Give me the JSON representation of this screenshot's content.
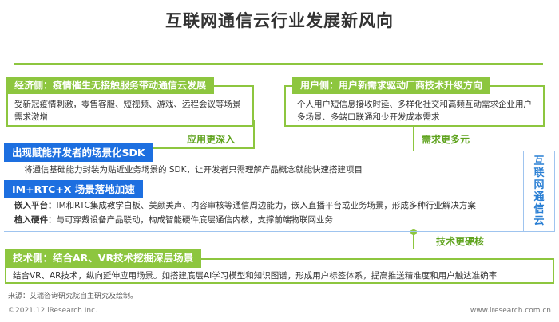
{
  "title": "互联网通信云行业发展新风向",
  "economic": {
    "tag": "经济侧：疫情催生无接触服务带动通信云发展",
    "text": "受新冠疫情刺激，零售客服、短视频、游戏、远程会议等场景需求激增"
  },
  "user": {
    "tag": "用户侧：用户新需求驱动厂商技术升级方向",
    "text": "个人用户短信息接收时延、多样化社交和高频互动需求企业用户多场景、多端口联通和少开发成本需求"
  },
  "flow": {
    "application": "应用更深入",
    "demand": "需求更多元",
    "tech": "技术更硬核"
  },
  "sdk": {
    "tag": "出现赋能开发者的场景化SDK",
    "text": "将通信基础能力封装为贴近业务场景的 SDK，让开发者只需理解产品概念就能快速搭建项目"
  },
  "imrtc": {
    "tag": "IM+RTC+X 场景落地加速",
    "line1_label": "嵌入平台：",
    "line1_text": "IM和RTC集成教学白板、美颜美声、内容审核等通信周边能力，嵌入直播平台或业务场景，形成多种行业解决方案",
    "line2_label": "植入硬件：",
    "line2_text": "与可穿戴设备产品联动，构成智能硬件底层通信内核，支撑前端物联网业务"
  },
  "side_label": "互联网通信云",
  "tech": {
    "tag": "技术侧：结合AR、VR技术挖掘深层场景",
    "text": "结合VR、AR技术，纵向延伸应用场景。如搭建底层AI学习模型和知识图谱，形成用户标签体系，提高推送精准度和用户触达准确率"
  },
  "source": "来源：艾瑞咨询研究院自主研究及绘制。",
  "copyright": "©2021.12 iResearch Inc.",
  "website": "www.iresearch.com.cn",
  "colors": {
    "green": "#8dc63f",
    "blue": "#1d6fe0",
    "side_text": "#2a7fd4"
  }
}
